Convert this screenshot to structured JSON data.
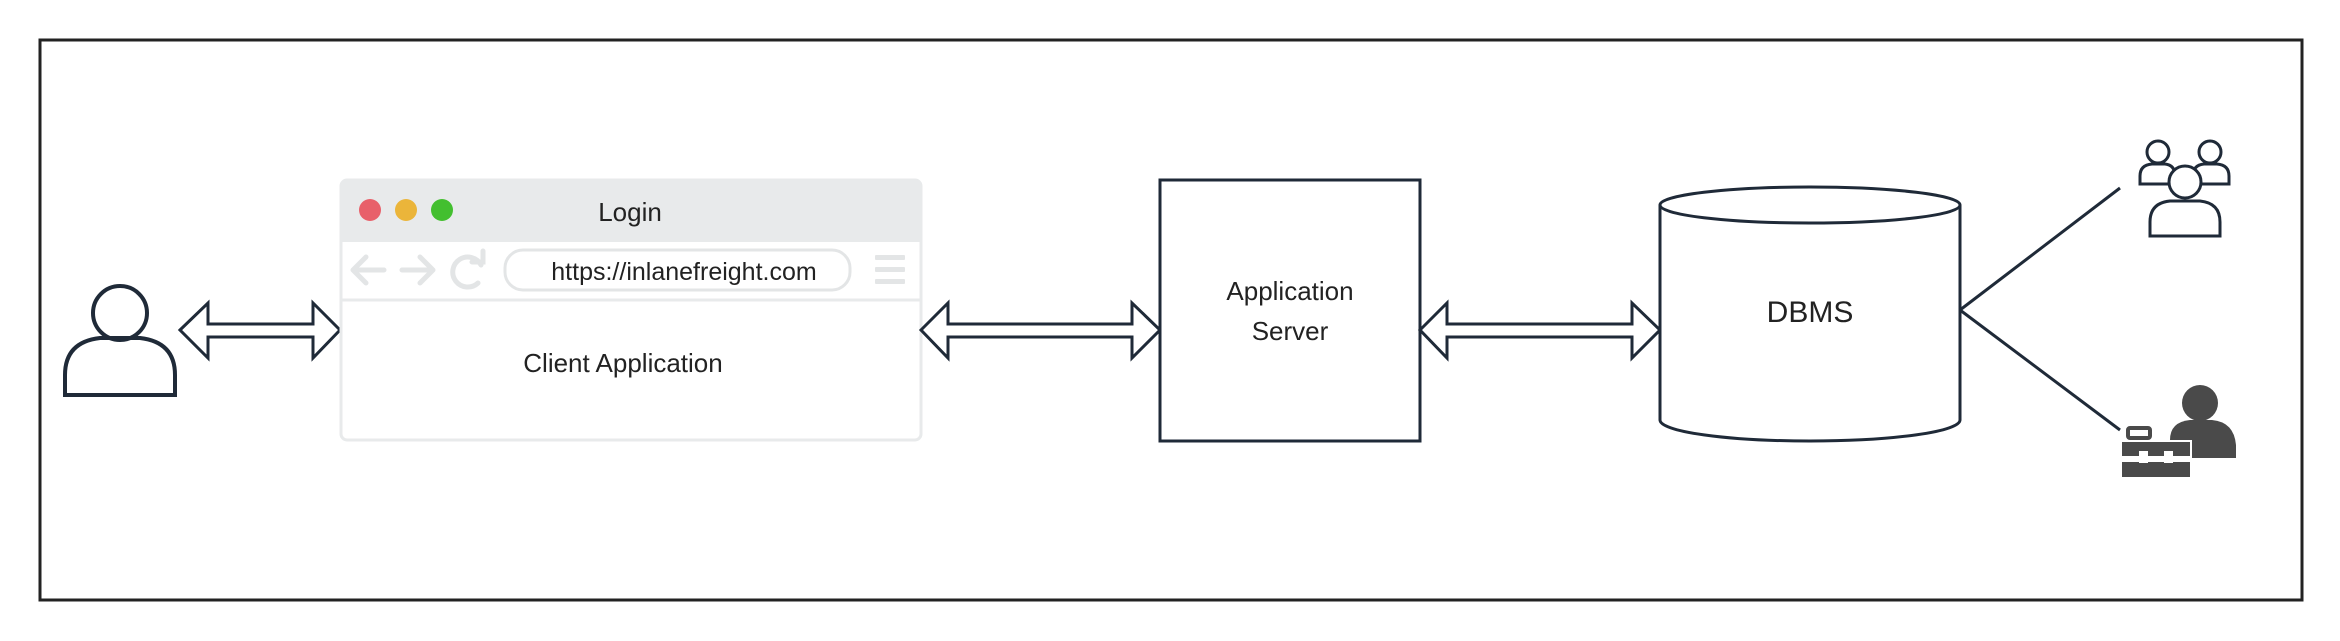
{
  "browser": {
    "title": "Login",
    "url": "https://inlanefreight.com",
    "body_label": "Client Application",
    "traffic_lights": [
      "#e8606a",
      "#ebb53a",
      "#43bf2f"
    ],
    "nav_icons": [
      "back-arrow-icon",
      "forward-arrow-icon",
      "reload-icon",
      "menu-icon"
    ]
  },
  "server": {
    "line1": "Application",
    "line2": "Server"
  },
  "database": {
    "label": "DBMS"
  },
  "actors": {
    "client_user_icon": "user-icon",
    "right_top_icon": "users-group-icon",
    "right_bottom_icon": "admin-toolbox-icon"
  },
  "colors": {
    "stroke": "#1f2a38",
    "browser_frame": "#e8eaeb",
    "dark_icon": "#4a4a4a"
  }
}
